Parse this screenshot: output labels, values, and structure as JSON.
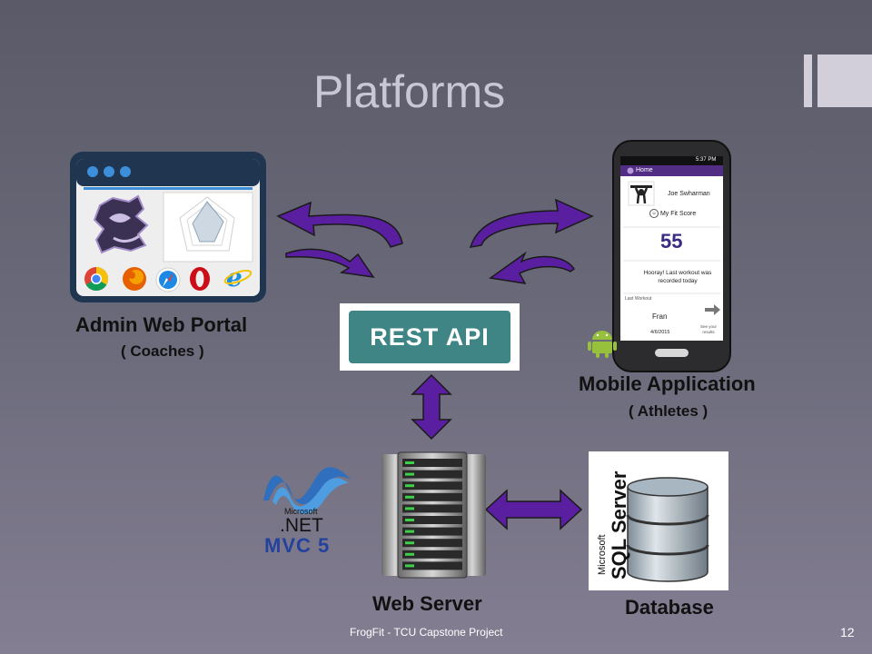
{
  "slide": {
    "title": "Platforms",
    "footer": "FrogFit - TCU Capstone Project",
    "page_number": "12"
  },
  "colors": {
    "arrow": "#5a1fa0",
    "rest_bg": "#3f8585",
    "accent_blue": "#3d8fd9"
  },
  "admin": {
    "title": "Admin Web Portal",
    "subtitle": "( Coaches )",
    "icons": [
      "chrome-icon",
      "firefox-icon",
      "safari-icon",
      "opera-icon",
      "ie-icon"
    ]
  },
  "api": {
    "label": "REST API"
  },
  "mobile": {
    "title": "Mobile Application",
    "subtitle": "( Athletes )",
    "status_time": "5:37 PM",
    "nav": "Home",
    "user": "Joe Swharman",
    "score_label": "My Fit Score",
    "score": "55",
    "message": "Hooray! Last workout was recorded today",
    "last_workout_label": "Last Workout",
    "workout_name": "Fran",
    "workout_date": "4/6/2015",
    "see_results": "See your results"
  },
  "server": {
    "label": "Web Server"
  },
  "dotnet": {
    "ms": "Microsoft",
    "net": ".NET",
    "mvc": "MVC 5"
  },
  "db": {
    "label": "Database",
    "ms": "Microsoft",
    "sql": "SQL Server"
  }
}
